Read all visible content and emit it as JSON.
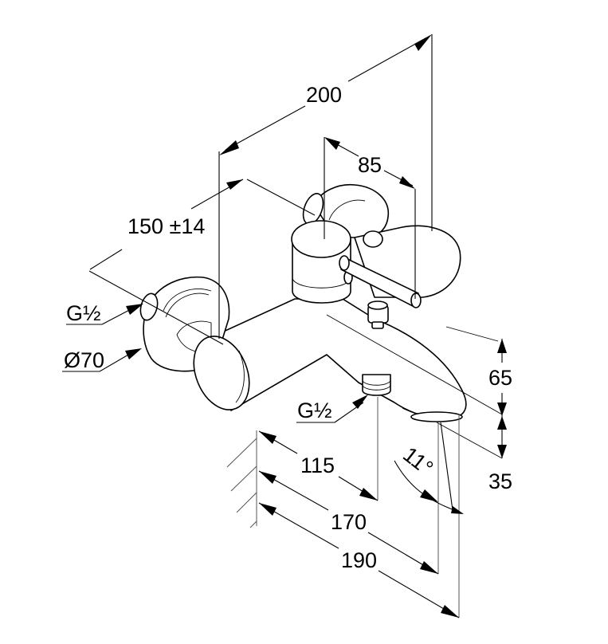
{
  "diagram": {
    "subject": "wall-mounted bath mixer faucet dimension drawing",
    "dimensions": {
      "overall_width": "200",
      "handle_offset": "85",
      "inlet_spacing": "150 ±14",
      "inlet_thread": "G½",
      "rosette_diameter": "Ø70",
      "outlet_thread": "G½",
      "spout_height_upper": "65",
      "spout_height_lower": "35",
      "outlet_projection": "115",
      "spout_projection_a": "170",
      "spout_projection_b": "190",
      "spout_angle": "11°"
    }
  }
}
